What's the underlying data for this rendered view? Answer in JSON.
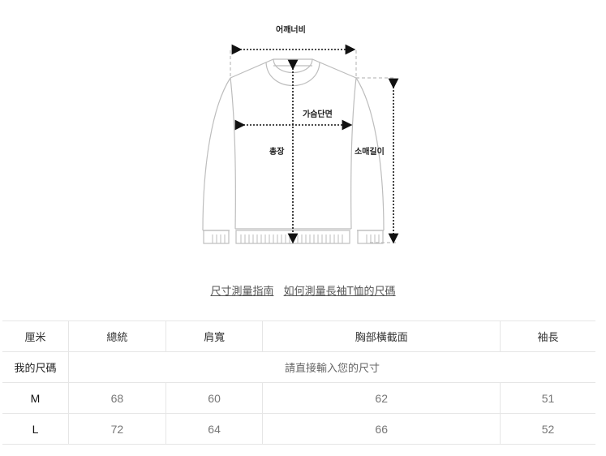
{
  "diagram": {
    "labels": {
      "shoulder": "어깨너비",
      "chest": "가슴단면",
      "length": "총장",
      "sleeve": "소매길이"
    },
    "line_color": "#bdbdbd",
    "arrow_color": "#111111"
  },
  "links": {
    "guide": "尺寸測量指南",
    "howto": "如何測量長袖T恤的尺碼"
  },
  "table": {
    "headers": [
      "厘米",
      "總統",
      "肩寬",
      "胸部橫截面",
      "袖長"
    ],
    "my_size": {
      "label": "我的尺碼",
      "placeholder": "請直接輸入您的尺寸"
    },
    "rows": [
      {
        "size": "M",
        "values": [
          "68",
          "60",
          "62",
          "51"
        ]
      },
      {
        "size": "L",
        "values": [
          "72",
          "64",
          "66",
          "52"
        ]
      }
    ]
  }
}
